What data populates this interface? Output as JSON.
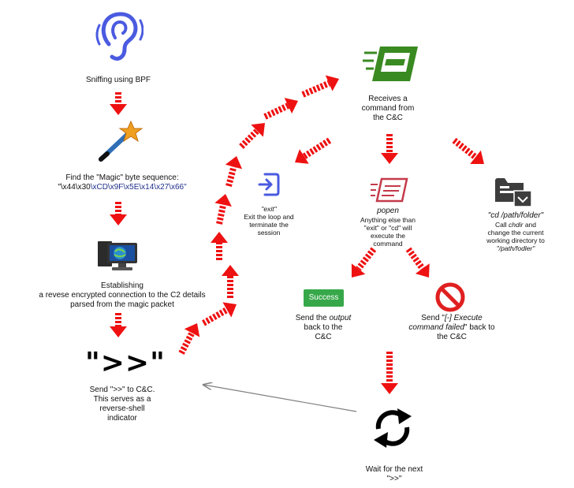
{
  "nodes": {
    "sniff": {
      "icon": "ear-icon",
      "label": "Sniffing using BPF"
    },
    "magic": {
      "icon": "magic-wand-icon",
      "label_line1": "Find the \"Magic\" byte sequence:",
      "seq_plain": "\"\\x44\\x30",
      "seq_blue": "\\xCD\\x9F\\x5E\\x14\\x27\\x66\"",
      "seq_full": "\"\\x44\\x30\\xCD\\x9F\\x5E\\x14\\x27\\x66\""
    },
    "connect": {
      "icon": "network-computer-icon",
      "lines": [
        "Establishing",
        "a revese encrypted connection to the C2 details",
        "parsed from the magic packet"
      ]
    },
    "prompt": {
      "glyph": "\">>\"",
      "lines": [
        "Send \">>\" to C&C.",
        "This serves as a",
        "reverse-shell",
        "indicator"
      ]
    },
    "receive": {
      "icon": "command-console-icon",
      "lines": [
        "Receives a",
        "command from",
        "the C&C"
      ]
    },
    "exit": {
      "icon": "exit-icon",
      "title": "\"exit\"",
      "lines": [
        "Exit the loop and",
        "terminate the",
        "session"
      ]
    },
    "popen": {
      "icon": "popen-icon",
      "title": "popen",
      "lines": [
        "Anything else than",
        "\"exit\" or \"cd\" will",
        "execute the",
        "command"
      ]
    },
    "cd": {
      "icon": "folder-terminal-icon",
      "title": "\"cd /path/folder\"",
      "line1_pre": "Call ",
      "line1_em": "chdir",
      "line1_post": " and",
      "lines": [
        "change the current",
        "working directory to"
      ],
      "last": "\"/path/fodler\""
    },
    "success": {
      "button": "Success",
      "line1_pre": "Send the ",
      "line1_em": "output",
      "lines": [
        "back to the",
        "C&C"
      ]
    },
    "fail": {
      "icon": "forbidden-icon",
      "line1_pre": "Send \"",
      "line1_em": "[-] Execute",
      "line2_em": "command failed",
      "line2_post": "\" back to",
      "line3": "the C&C"
    },
    "wait": {
      "icon": "refresh-cycle-icon",
      "lines": [
        "Wait for the next",
        "\">>\""
      ]
    }
  },
  "colors": {
    "arrow": "#ee1111",
    "icon_blue": "#4a5be0",
    "wand": "#2f6fb6",
    "console_green": "#3a8a22",
    "popen_red": "#c43a4a",
    "success_green": "#37a84a",
    "forbidden_red": "#e02020",
    "return_line": "#7f7f7f"
  }
}
